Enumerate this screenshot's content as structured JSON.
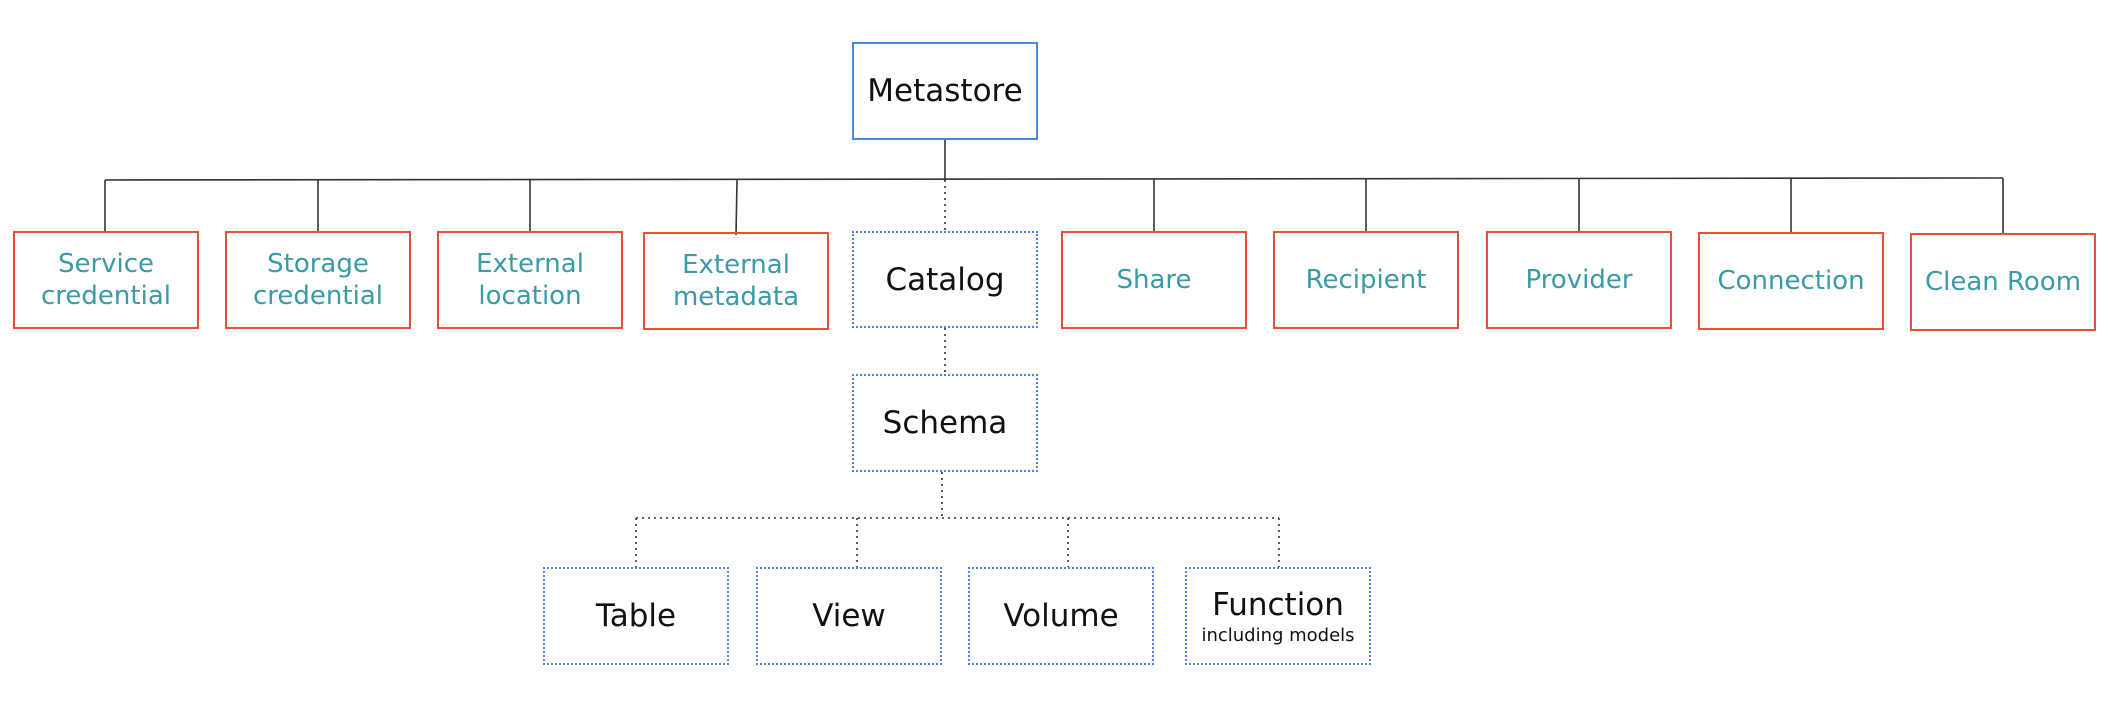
{
  "diagram": {
    "root": {
      "label": "Metastore"
    },
    "securables": [
      {
        "line1": "Service",
        "line2": "credential"
      },
      {
        "line1": "Storage",
        "line2": "credential"
      },
      {
        "line1": "External",
        "line2": "location"
      },
      {
        "line1": "External",
        "line2": "metadata"
      },
      {
        "line1": "Share",
        "line2": ""
      },
      {
        "line1": "Recipient",
        "line2": ""
      },
      {
        "line1": "Provider",
        "line2": ""
      },
      {
        "line1": "Connection",
        "line2": ""
      },
      {
        "line1": "Clean Room",
        "line2": ""
      }
    ],
    "catalog": {
      "label": "Catalog"
    },
    "schema": {
      "label": "Schema"
    },
    "objects": [
      {
        "label": "Table",
        "sublabel": ""
      },
      {
        "label": "View",
        "sublabel": ""
      },
      {
        "label": "Volume",
        "sublabel": ""
      },
      {
        "label": "Function",
        "sublabel": "including models"
      }
    ],
    "colors": {
      "root_border": "#4a86e8",
      "securable_border": "#e8503a",
      "securable_text": "#3a9aa6",
      "hierarchy_border": "#4a86e8",
      "connector": "#333333"
    }
  }
}
